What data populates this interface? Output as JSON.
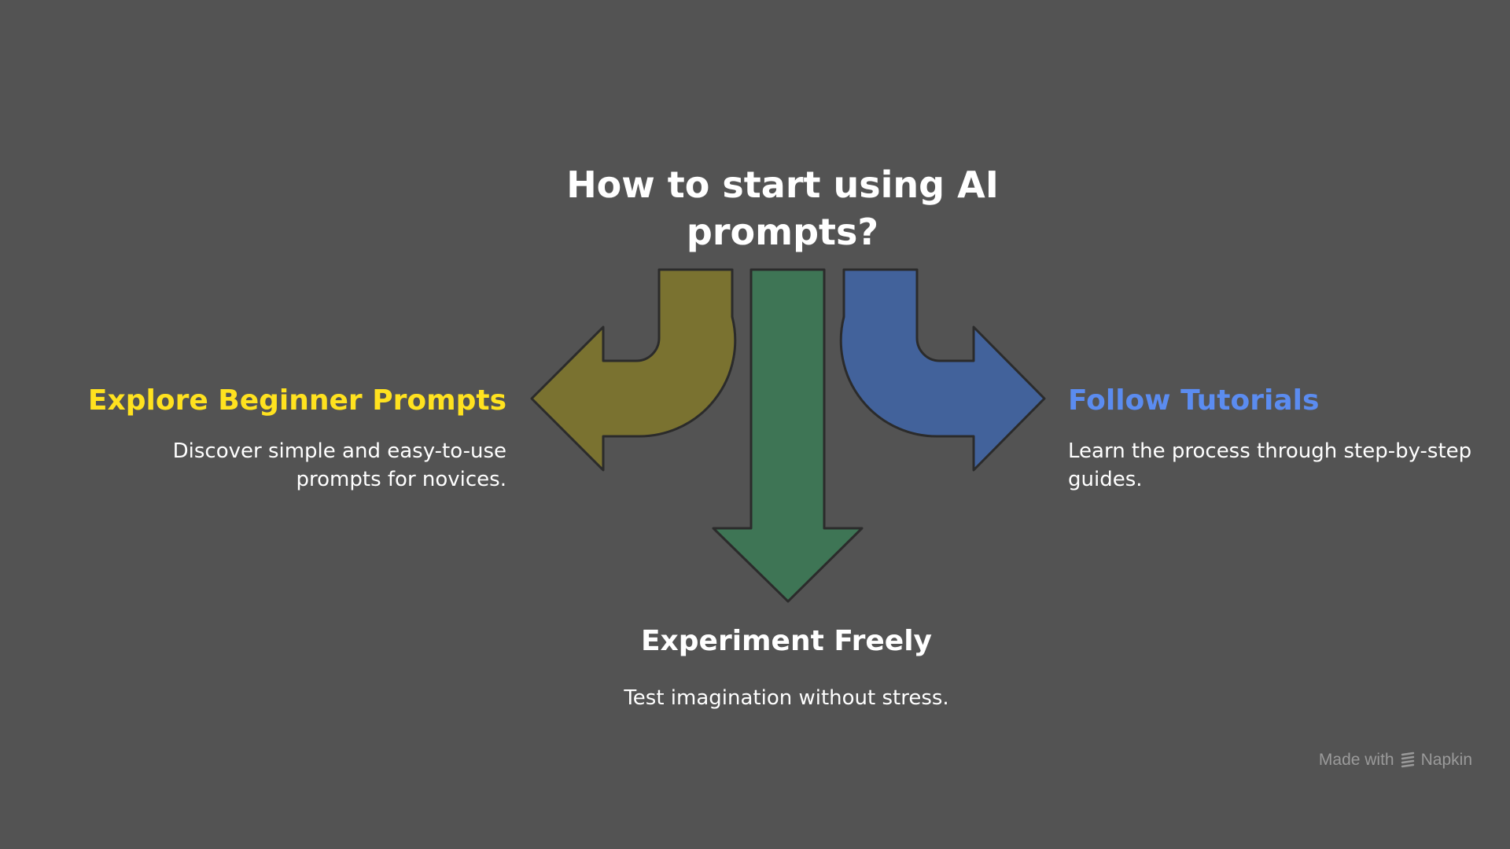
{
  "title": "How to start using AI prompts?",
  "options": {
    "left": {
      "heading": "Explore Beginner Prompts",
      "description": "Discover simple and easy-to-use prompts for novices.",
      "color": "#FFE21F",
      "arrow_color": "#7A7230"
    },
    "center": {
      "heading": "Experiment Freely",
      "description": "Test imagination without stress.",
      "color": "#FFFFFF",
      "arrow_color": "#3E7555"
    },
    "right": {
      "heading": "Follow Tutorials",
      "description": "Learn the process through step-by-step guides.",
      "color": "#5B8CF0",
      "arrow_color": "#42629B"
    }
  },
  "watermark": {
    "prefix": "Made with",
    "brand": "Napkin",
    "logo_icon": "napkin-logo-icon"
  }
}
